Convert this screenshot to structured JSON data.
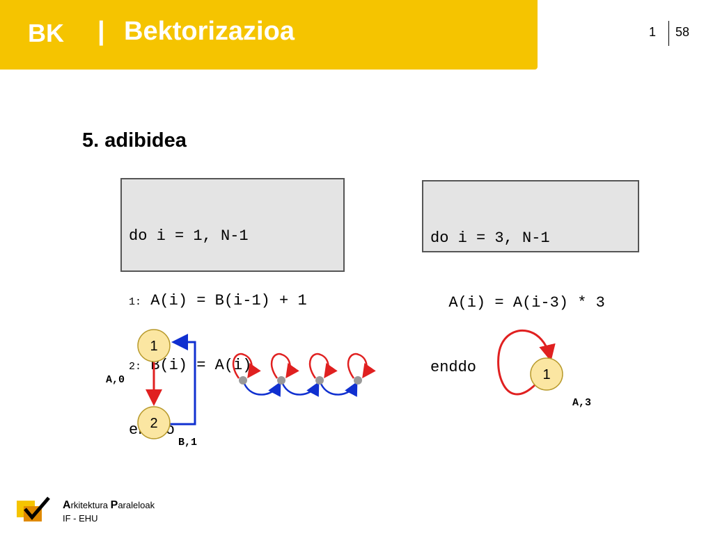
{
  "header": {
    "abbr": "BK",
    "separator": "|",
    "title": "Bektorizazioa",
    "page_current": "1",
    "page_total": "58"
  },
  "slide_title": "5. adibidea",
  "code_block_1": {
    "lines": [
      {
        "num": "",
        "text": "do i = 1, N-1"
      },
      {
        "num": "1:",
        "text": " A(i) = B(i-1) + 1"
      },
      {
        "num": "2:",
        "text": " B(i) = A(i)"
      },
      {
        "num": "",
        "text": "enddo"
      }
    ]
  },
  "code_block_2": {
    "lines": [
      {
        "text": "do i = 3, N-1"
      },
      {
        "text": "  A(i) = A(i-3) * 3"
      },
      {
        "text": "enddo"
      }
    ]
  },
  "graph_left": {
    "node_1": "1",
    "node_2": "2",
    "edge_red_label": "A,0",
    "edge_blue_label": "B,1"
  },
  "graph_right": {
    "node_1": "1",
    "edge_label": "A,3"
  },
  "colors": {
    "banner": "#f5c400",
    "red_edge": "#e02020",
    "blue_edge": "#1030d0",
    "node_fill": "#fbe6a2",
    "iteration_dot": "#999999"
  },
  "footer": {
    "line1_cap1": "A",
    "line1_rest1": "rkitektura ",
    "line1_cap2": "P",
    "line1_rest2": "araleloak",
    "line2": "IF - EHU"
  },
  "logo": {
    "icon": "checkmark-logo-icon"
  }
}
